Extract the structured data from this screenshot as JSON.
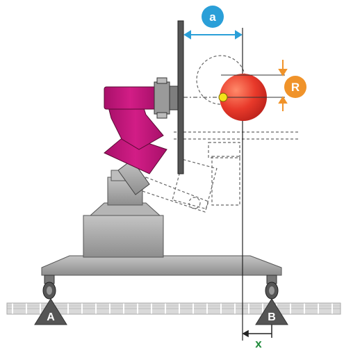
{
  "labels": {
    "a": "a",
    "R": "R",
    "A": "A",
    "B": "B",
    "x": "x"
  },
  "colors": {
    "badge_blue": "#2a9fd8",
    "badge_orange": "#f0932a",
    "x_green": "#1f8a3a",
    "robot_magenta": "#c4177a",
    "sphere_red": "#e8392a",
    "base_gray": "#a9a9a9",
    "yellow_point": "#f4e21a"
  }
}
